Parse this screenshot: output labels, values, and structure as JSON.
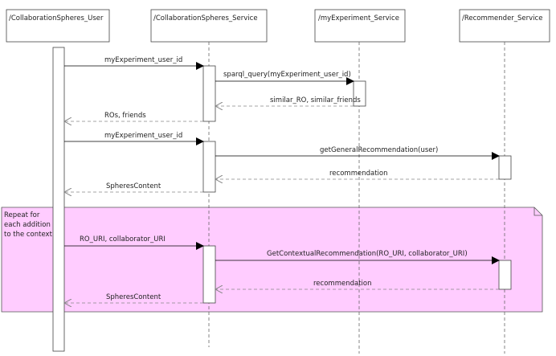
{
  "participants": [
    {
      "id": "user",
      "label": "/CollaborationSpheres_User"
    },
    {
      "id": "cs",
      "label": "/CollaborationSpheres_Service"
    },
    {
      "id": "mye",
      "label": "/myExperiment_Service"
    },
    {
      "id": "rec",
      "label": "/Recommender_Service"
    }
  ],
  "fragment": {
    "text": [
      "Repeat for",
      "each addition",
      "to the context"
    ],
    "fill": "#ffccff"
  },
  "messages": [
    {
      "id": "m1",
      "label": "myExperiment_user_id",
      "kind": "call"
    },
    {
      "id": "m2",
      "label": "sparql_query(myExperiment_user_id)",
      "kind": "call"
    },
    {
      "id": "m3",
      "label": "similar_RO, similar_friends",
      "kind": "return"
    },
    {
      "id": "m4",
      "label": "ROs, friends",
      "kind": "return"
    },
    {
      "id": "m5",
      "label": "myExperiment_user_id",
      "kind": "call"
    },
    {
      "id": "m6",
      "label": "getGeneralRecommendation(user)",
      "kind": "call"
    },
    {
      "id": "m7",
      "label": "recommendation",
      "kind": "return"
    },
    {
      "id": "m8",
      "label": "SpheresContent",
      "kind": "return"
    },
    {
      "id": "m9",
      "label": "RO_URI, collaborator_URI",
      "kind": "call"
    },
    {
      "id": "m10",
      "label": "GetContextualRecommendation(RO_URI, collaborator_URI)",
      "kind": "call"
    },
    {
      "id": "m11",
      "label": "recommendation",
      "kind": "return"
    },
    {
      "id": "m12",
      "label": "SpheresContent",
      "kind": "return"
    }
  ]
}
